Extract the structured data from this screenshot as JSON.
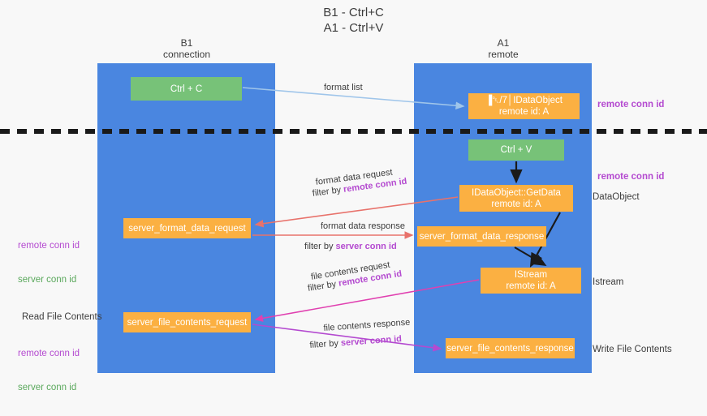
{
  "title": "B1 - Ctrl+C\nA1 - Ctrl+V",
  "columns": {
    "left": "B1\nconnection",
    "right": "A1\nremote"
  },
  "colors": {
    "lane": "#4a86e0",
    "green_box": "#77c278",
    "orange_box": "#fbb042",
    "purple_text": "#b44ad0",
    "green_text": "#5aa85c",
    "arrow_blue": "#9fc5ea",
    "arrow_red": "#e8726b",
    "arrow_magenta": "#e040b0",
    "arrow_purple": "#b44ad0",
    "arrow_black": "#1a1a1a",
    "divider": "#1a1a1a"
  },
  "boxes": {
    "ctrl_c": {
      "line1": "Ctrl + C"
    },
    "idataobject": {
      "line1": "▐␡/7│IDataObject",
      "line2": "remote id: A"
    },
    "ctrl_v": {
      "line1": "Ctrl + V"
    },
    "getdata": {
      "line1": "IDataObject::GetData",
      "line2": "remote id: A"
    },
    "server_format_data_request": {
      "line1": "server_format_data_request"
    },
    "server_format_data_response": {
      "line1": "server_format_data_response"
    },
    "istream": {
      "line1": "IStream",
      "line2": "remote id: A"
    },
    "server_file_contents_request": {
      "line1": "server_file_contents_request"
    },
    "server_file_contents_response": {
      "line1": "server_file_contents_response"
    }
  },
  "edge_labels": {
    "format_list": "format list",
    "format_data_request": "format data request",
    "format_data_request_filter_prefix": "filter by ",
    "format_data_request_filter_key": "remote conn id",
    "format_data_response": "format data response",
    "format_data_response_filter_prefix": "filter by ",
    "format_data_response_filter_key": "server conn id",
    "file_contents_request": "file contents request",
    "file_contents_request_filter_prefix": "filter by ",
    "file_contents_request_filter_key": "remote conn id",
    "file_contents_response": "file contents response",
    "file_contents_response_filter_prefix": "filter by ",
    "file_contents_response_filter_key": "server conn id"
  },
  "side_labels": {
    "right_remote_conn_id_top": "remote conn id",
    "right_remote_conn_id_mid": "remote conn id",
    "dataobject": "DataObject",
    "istream": "Istream",
    "write_file_contents": "Write File Contents",
    "read_file_contents": "Read File Contents",
    "left_remote_conn_id_mid": "remote conn id",
    "left_server_conn_id_mid": "server conn id",
    "left_remote_conn_id_bottom": "remote conn id",
    "left_server_conn_id_bottom": "server conn id"
  }
}
